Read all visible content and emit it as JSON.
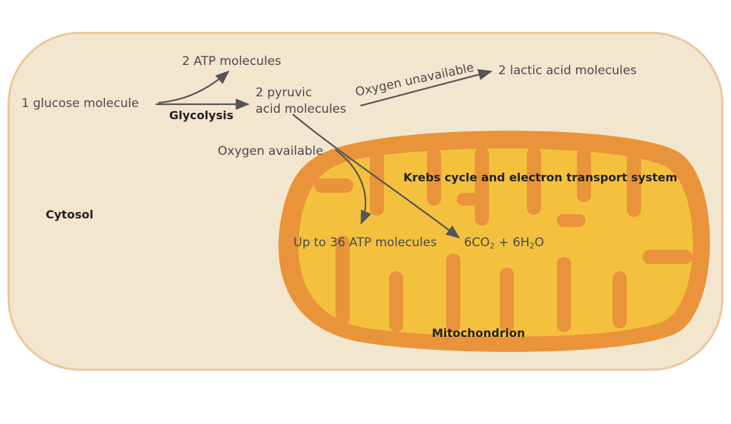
{
  "labels": {
    "glucose": "1 glucose molecule",
    "glycolysis": "Glycolysis",
    "atp2": "2 ATP molecules",
    "pyruvic_line1": "2 pyruvic",
    "pyruvic_line2": "acid molecules",
    "oxygen_unavailable": "Oxygen unavailable",
    "lactic": "2 lactic acid molecules",
    "oxygen_available": "Oxygen available",
    "krebs": "Krebs cycle and electron transport system",
    "cytosol": "Cytosol",
    "atp36": "Up to 36 ATP molecules",
    "products": {
      "p1": "6CO",
      "s1": "2",
      "p2": " + 6H",
      "s2": "2",
      "p3": "O"
    },
    "mitochondrion": "Mitochondrion"
  },
  "colors": {
    "cytosol_fill": "#f2e6cf",
    "cytosol_border": "#e9c89b",
    "mito_outer": "#e9933a",
    "mito_inner": "#f4c13f",
    "arrow": "#555555"
  }
}
